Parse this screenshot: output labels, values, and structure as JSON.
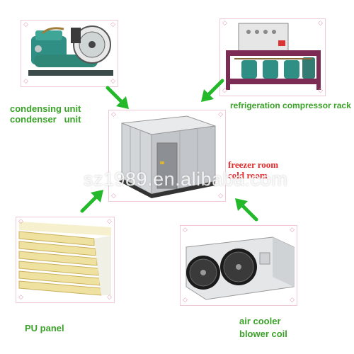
{
  "labels": {
    "condensing_unit": "condensing unit",
    "condenser_unit": "condenser   unit",
    "compressor_rack": "refrigeration compressor rack",
    "freezer_room": "freezer room",
    "cold_room": "cold room",
    "pu_panel": "PU panel",
    "air_cooler": "air cooler",
    "blower_coil": "blower coil"
  },
  "watermark": "sz1989.en.alibaba.com",
  "colors": {
    "label_green": "#3aa228",
    "label_red": "#e22a2a",
    "arrow_green": "#24b92a",
    "panel_border": "#f0c9d6"
  }
}
